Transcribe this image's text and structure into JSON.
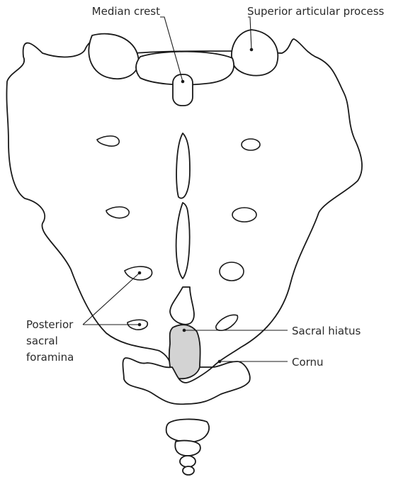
{
  "figure": {
    "labels": {
      "median_crest": "Median crest",
      "superior_articular_process": "Superior articular process",
      "sacral_hiatus": "Sacral hiatus",
      "cornu": "Cornu",
      "posterior_sacral_foramina": [
        "Posterior",
        "sacral",
        "foramina"
      ]
    }
  },
  "colors": {
    "line": "#1a1a1a",
    "hiatus_fill": "#d3d3d3",
    "background": "#ffffff"
  }
}
